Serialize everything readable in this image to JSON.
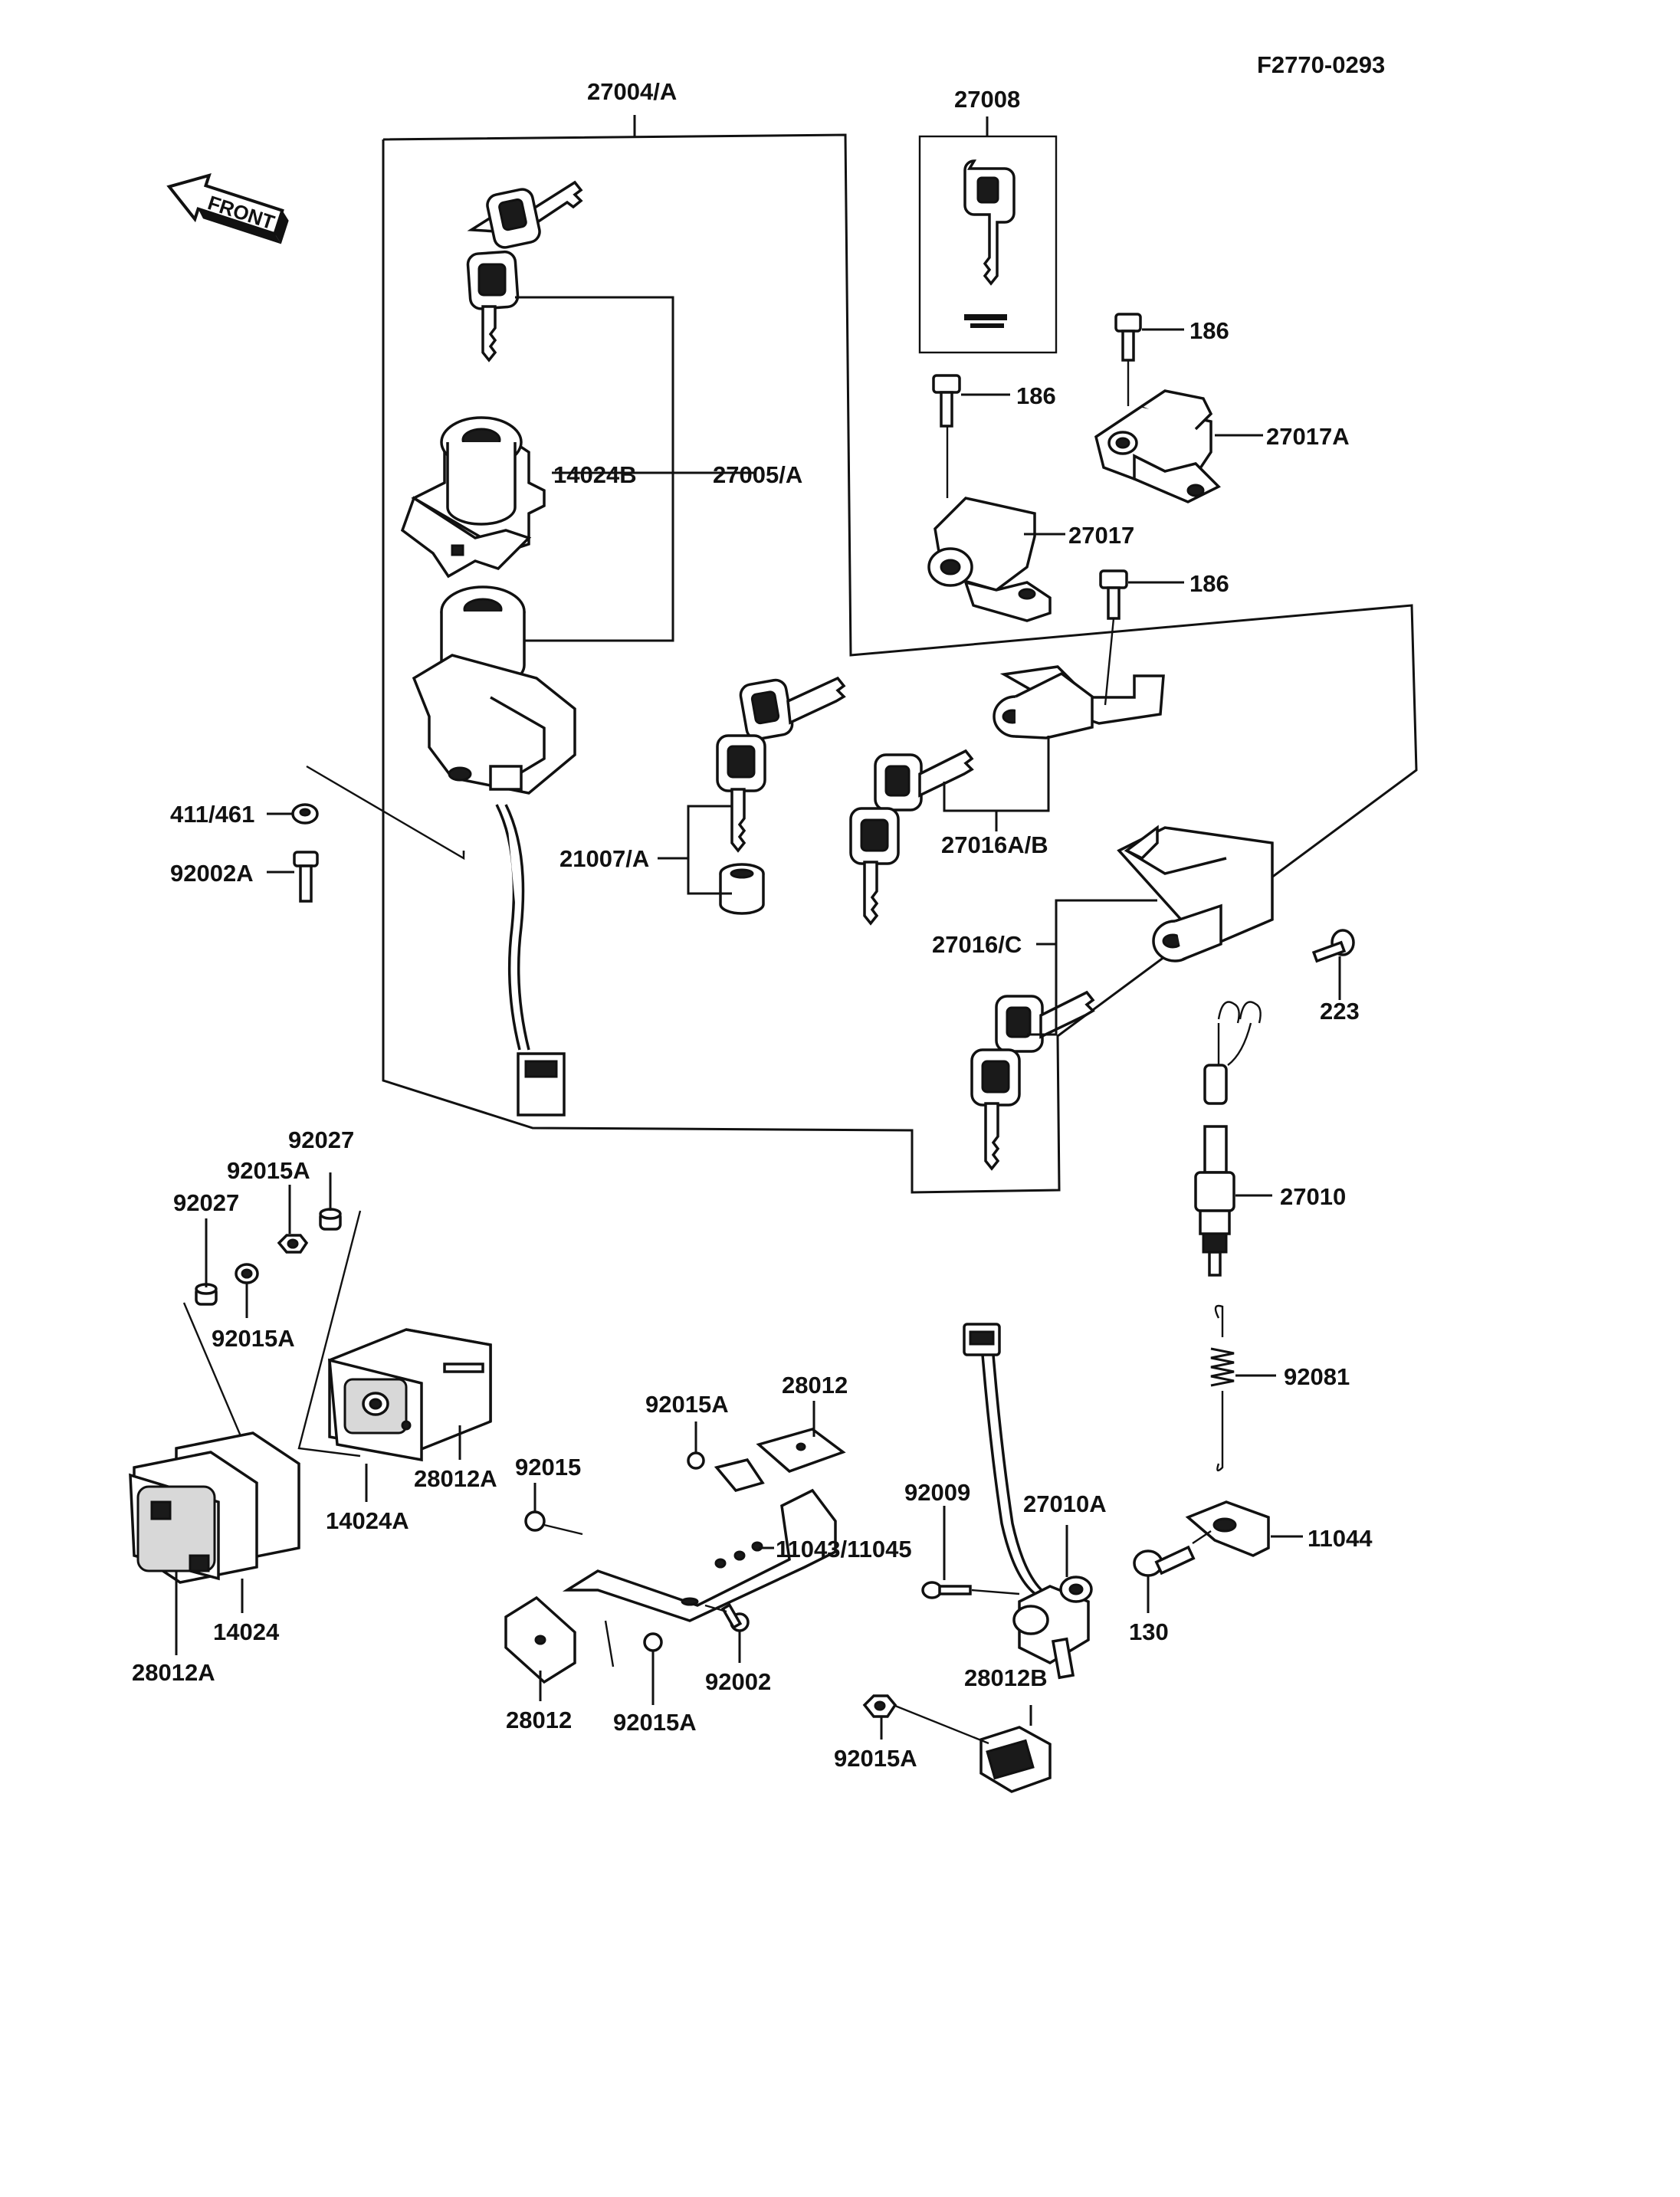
{
  "figure_code": "F2770-0293",
  "front_label": "FRONT",
  "labels": {
    "p27004A": "27004/A",
    "p27008": "27008",
    "p186a": "186",
    "p186b": "186",
    "p186c": "186",
    "p27017A": "27017A",
    "p27017": "27017",
    "p14024B": "14024B",
    "p27005A": "27005/A",
    "p411_461": "411/461",
    "p92002A": "92002A",
    "p21007A": "21007/A",
    "p27016AB": "27016A/B",
    "p27016C": "27016/C",
    "p223": "223",
    "p27010": "27010",
    "p92081": "92081",
    "p92027a": "92027",
    "p92015Aa": "92015A",
    "p92027b": "92027",
    "p92015Ab": "92015A",
    "p14024A": "14024A",
    "p28012Aa": "28012A",
    "p14024": "14024",
    "p28012Ab": "28012A",
    "p92015Ac": "92015A",
    "p28012a": "28012",
    "p92015": "92015",
    "p11043": "11043/11045",
    "p92002": "92002",
    "p28012b": "28012",
    "p92015Ad": "92015A",
    "p92009": "92009",
    "p27010A": "27010A",
    "p28012B": "28012B",
    "p92015Ae": "92015A",
    "p11044": "11044",
    "p130": "130"
  }
}
